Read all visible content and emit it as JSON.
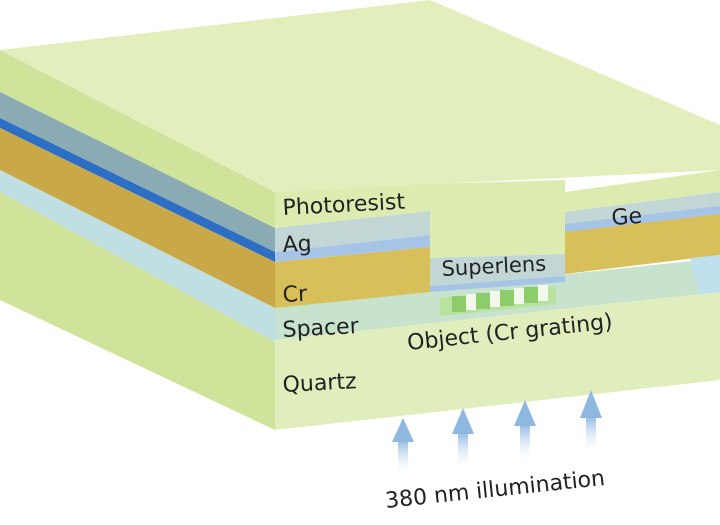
{
  "labels": {
    "photoresist": "Photoresist",
    "ag": "Ag",
    "cr": "Cr",
    "spacer": "Spacer",
    "quartz": "Quartz",
    "ge": "Ge",
    "superlens": "Superlens",
    "object": "Object (Cr grating)",
    "illumination": "380 nm illumination"
  },
  "colors": {
    "photoresist_top": "#e3eebd",
    "photoresist_front": "#dcebb0",
    "photoresist_side": "#cfe39a",
    "ag_layer": "#c3d6d6",
    "ag_band": "#a5c4e6",
    "ag_side": "#8aaab4",
    "ag_edge": "#2e6fc6",
    "cr_layer": "#d7c05a",
    "cr_side": "#c9a848",
    "spacer": "#c8e3cd",
    "spacer_side": "#bfdfe3",
    "quartz": "#e0eebd",
    "quartz_side": "#cfe39a",
    "grating": "#a6d98a",
    "arrow": "#8fb8e0"
  }
}
